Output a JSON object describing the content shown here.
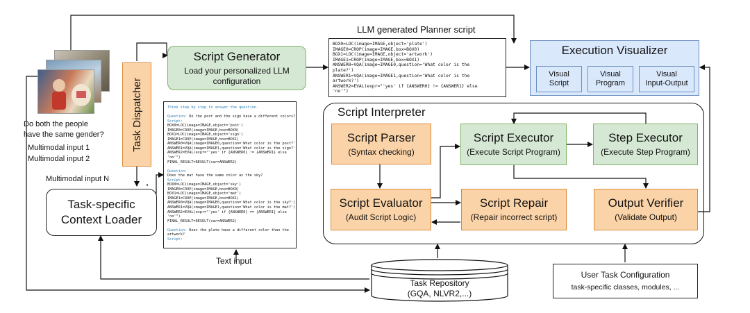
{
  "photos": {
    "question": "Do both the people\nhave the same gender?",
    "input1": "Multimodal input 1",
    "input2": "Multimodal input 2",
    "inputN": "Multimodal input N"
  },
  "task_dispatcher": "Task Dispatcher",
  "context_loader": "Task-specific\nContext Loader",
  "script_generator": {
    "title": "Script Generator",
    "subtitle": "Load your personalized LLM\nconfiguration"
  },
  "planner_caption": "LLM generated Planner script",
  "planner_lines": [
    "BOX0=LOC(image=IMAGE,object='plate')",
    "IMAGE0=CROP(image=IMAGE,box=BOX0)",
    "BOX1=LOC(image=IMAGE,object='artwork')",
    "IMAGE1=CROP(image=IMAGE,box=BOX1)",
    "ANSWER0=VQA(image=IMAGE0,question='What color is the",
    "plate?')",
    "ANSWER1=VQA(image=IMAGE1,question='What color is the",
    "artwork?')",
    "ANSWER2=EVAL(expr=\"'yes' if {ANSWER0} != {ANSWER1} else",
    "'no'\")"
  ],
  "prompt_block": {
    "lines": [
      {
        "text": "Think step by step to answer the question.",
        "style": "blue"
      },
      {
        "text": "",
        "style": ""
      },
      {
        "text": "Question: Do the post and the sign have a different colors?",
        "style": "q"
      },
      {
        "text": "Script:",
        "style": "blue"
      },
      {
        "text": "BOX0=LOC(image=IMAGE,object='post')",
        "style": ""
      },
      {
        "text": "IMAGE0=CROP(image=IMAGE,box=BOX0)",
        "style": ""
      },
      {
        "text": "BOX1=LOC(image=IMAGE,object='sign')",
        "style": ""
      },
      {
        "text": "IMAGE1=CROP(image=IMAGE,box=BOX1)",
        "style": ""
      },
      {
        "text": "ANSWER0=VQA(image=IMAGE0,question='What color is the post?')",
        "style": ""
      },
      {
        "text": "ANSWER1=VQA(image=IMAGE1,question='What color is the sign?')",
        "style": ""
      },
      {
        "text": "ANSWER2=EVAL(expr=\"'yes' if {ANSWER0} != {ANSWER1} else",
        "style": ""
      },
      {
        "text": "'no'\")",
        "style": ""
      },
      {
        "text": "FINAL_RESULT=RESULT(var=ANSWER2)",
        "style": ""
      },
      {
        "text": "",
        "style": ""
      },
      {
        "text": "Question:",
        "style": "blue"
      },
      {
        "text": "Does the mat have the same color as the sky?",
        "style": ""
      },
      {
        "text": "Script:",
        "style": "blue"
      },
      {
        "text": "BOX0=LOC(image=IMAGE,object='sky')",
        "style": ""
      },
      {
        "text": "IMAGE0=CROP(image=IMAGE,box=BOX0)",
        "style": ""
      },
      {
        "text": "BOX1=LOC(image=IMAGE,object='mat')",
        "style": ""
      },
      {
        "text": "IMAGE1=CROP(image=IMAGE,box=BOX1)",
        "style": ""
      },
      {
        "text": "ANSWER0=VQA(image=IMAGE0,question='What color is the sky?')",
        "style": ""
      },
      {
        "text": "ANSWER1=VQA(image=IMAGE1,question='What color is the mat?')",
        "style": ""
      },
      {
        "text": "ANSWER2=EVAL(expr=\"'yes' if {ANSWER0} == {ANSWER1} else",
        "style": ""
      },
      {
        "text": "'no'\")",
        "style": ""
      },
      {
        "text": "FINAL_RESULT=RESULT(var=ANSWER2)",
        "style": ""
      },
      {
        "text": "",
        "style": ""
      },
      {
        "text": "Question: Does the plate have a different color than the",
        "style": "q"
      },
      {
        "text": "artwork?",
        "style": ""
      },
      {
        "text": "Script:",
        "style": "blue"
      }
    ]
  },
  "text_input": "Text input",
  "execution_visualizer": {
    "title": "Execution Visualizer",
    "items": [
      "Visual\nScript",
      "Visual\nProgram",
      "Visual\nInput-Output"
    ]
  },
  "script_interpreter": "Script Interpreter",
  "script_parser": {
    "title": "Script Parser",
    "sub": "(Syntax checking)"
  },
  "script_executor": {
    "title": "Script Executor",
    "sub": "(Execute Script Program)"
  },
  "step_executor": {
    "title": "Step Executor",
    "sub": "(Execute Step Program)"
  },
  "script_evaluator": {
    "title": "Script Evaluator",
    "sub": "(Audit Script Logic)"
  },
  "script_repair": {
    "title": "Script Repair",
    "sub": "(Repair incorrect script)"
  },
  "output_verifier": {
    "title": "Output Verifier",
    "sub": "(Validate Output)"
  },
  "task_repository": {
    "title": "Task Repository",
    "sub": "(GQA, NLVR2,...)"
  },
  "user_config": {
    "title": "User Task Configuration",
    "sub": "task-specific classes, modules, ..."
  },
  "colors": {
    "orange_fill": "#fbd3a8",
    "orange_stroke": "#d98a3a",
    "green_fill": "#d5e8d4",
    "green_stroke": "#82b366",
    "blue_fill": "#dae8fc",
    "blue_stroke": "#6c8ebf",
    "code_blue": "#2f7fb5"
  }
}
